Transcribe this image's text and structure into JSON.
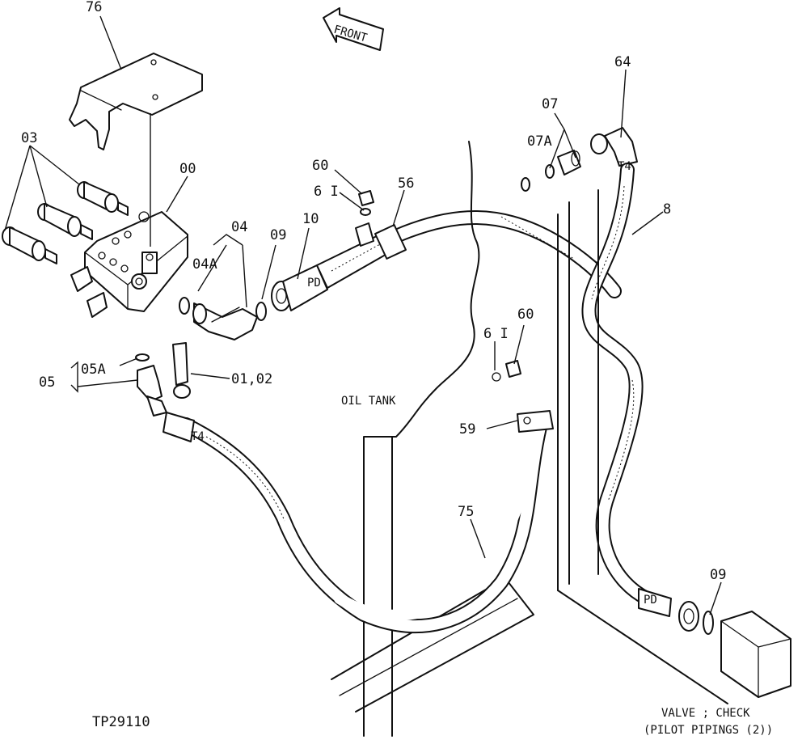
{
  "figure_id": "TP29110",
  "front_label": "FRONT",
  "oil_tank_label": "OIL TANK",
  "valve_note": {
    "line1": "VALVE ; CHECK",
    "line2": "(PILOT PIPINGS (2))"
  },
  "hose_markings": {
    "t4_left": "T4",
    "t4_right": "T4",
    "pd_upper": "PD",
    "pd_lower": "PD"
  },
  "part_callouts": {
    "p76": "76",
    "p03": "03",
    "p00": "00",
    "p04": "04",
    "p04a": "04A",
    "p09_upper": "09",
    "p10": "10",
    "p60_upper": "60",
    "p61_upper": "6 I",
    "p56": "56",
    "p07": "07",
    "p07a": "07A",
    "p64": "64",
    "p8": "8",
    "p05": "05",
    "p05a": "05A",
    "p0102": "01,02",
    "p60_lower": "60",
    "p61_lower": "6 I",
    "p59": "59",
    "p75": "75",
    "p09_lower": "09"
  }
}
